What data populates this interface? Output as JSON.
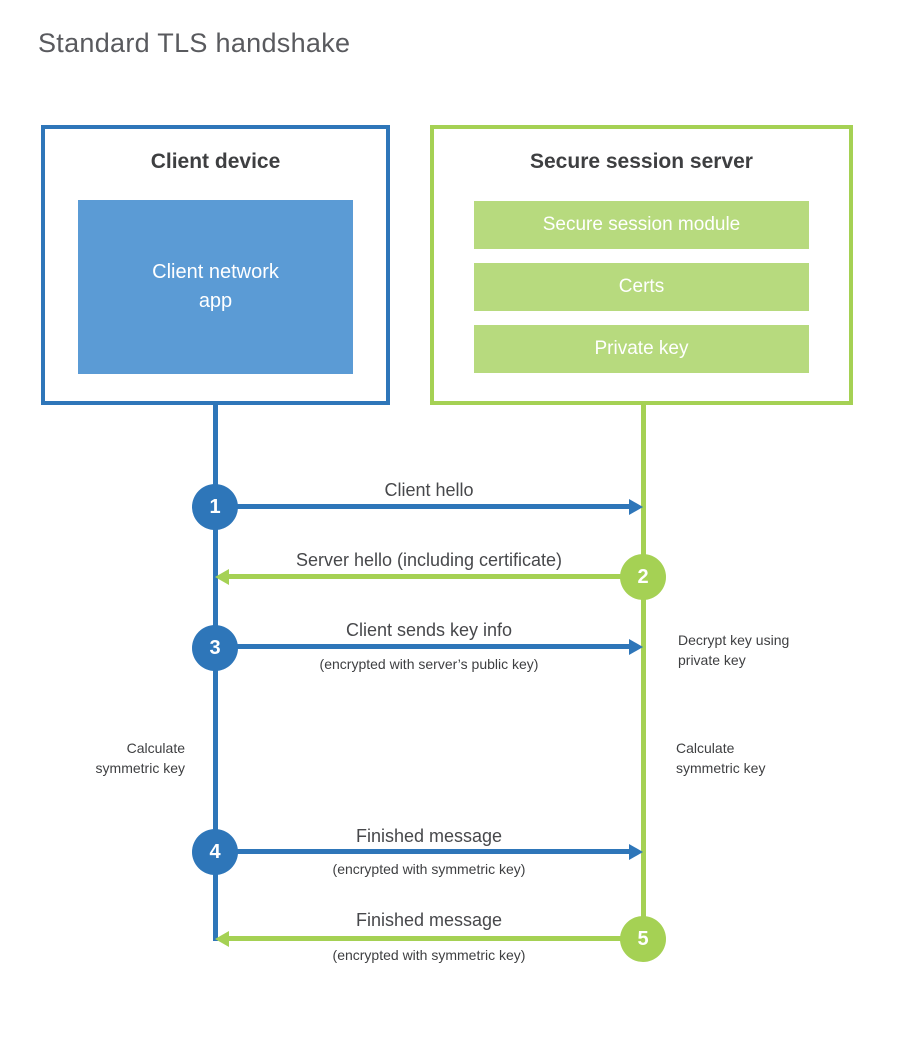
{
  "title": "Standard TLS handshake",
  "colors": {
    "client_accent": "#2e76b9",
    "client_fill": "#5b9bd5",
    "server_accent": "#a5d154",
    "server_fill": "#b7da7e",
    "heading_text": "#3e3f41",
    "label_text": "#47484b",
    "title_text": "#595a5e"
  },
  "client_box": {
    "heading": "Client device",
    "module": "Client network\napp"
  },
  "server_box": {
    "heading": "Secure session server",
    "modules": [
      "Secure session module",
      "Certs",
      "Private key"
    ]
  },
  "steps": [
    {
      "num": "1",
      "label": "Client hello",
      "direction": "client-to-server"
    },
    {
      "num": "2",
      "label": "Server hello (including certificate)",
      "direction": "server-to-client"
    },
    {
      "num": "3",
      "label": "Client sends key info",
      "sub": "(encrypted with server’s public key)",
      "direction": "client-to-server"
    },
    {
      "num": "4",
      "label": "Finished message",
      "sub": "(encrypted with symmetric key)",
      "direction": "client-to-server"
    },
    {
      "num": "5",
      "label": "Finished message",
      "sub": "(encrypted with symmetric key)",
      "direction": "server-to-client"
    }
  ],
  "notes": {
    "decrypt": "Decrypt key using\nprivate key",
    "calculate_left": "Calculate\nsymmetric key",
    "calculate_right": "Calculate\nsymmetric key"
  }
}
